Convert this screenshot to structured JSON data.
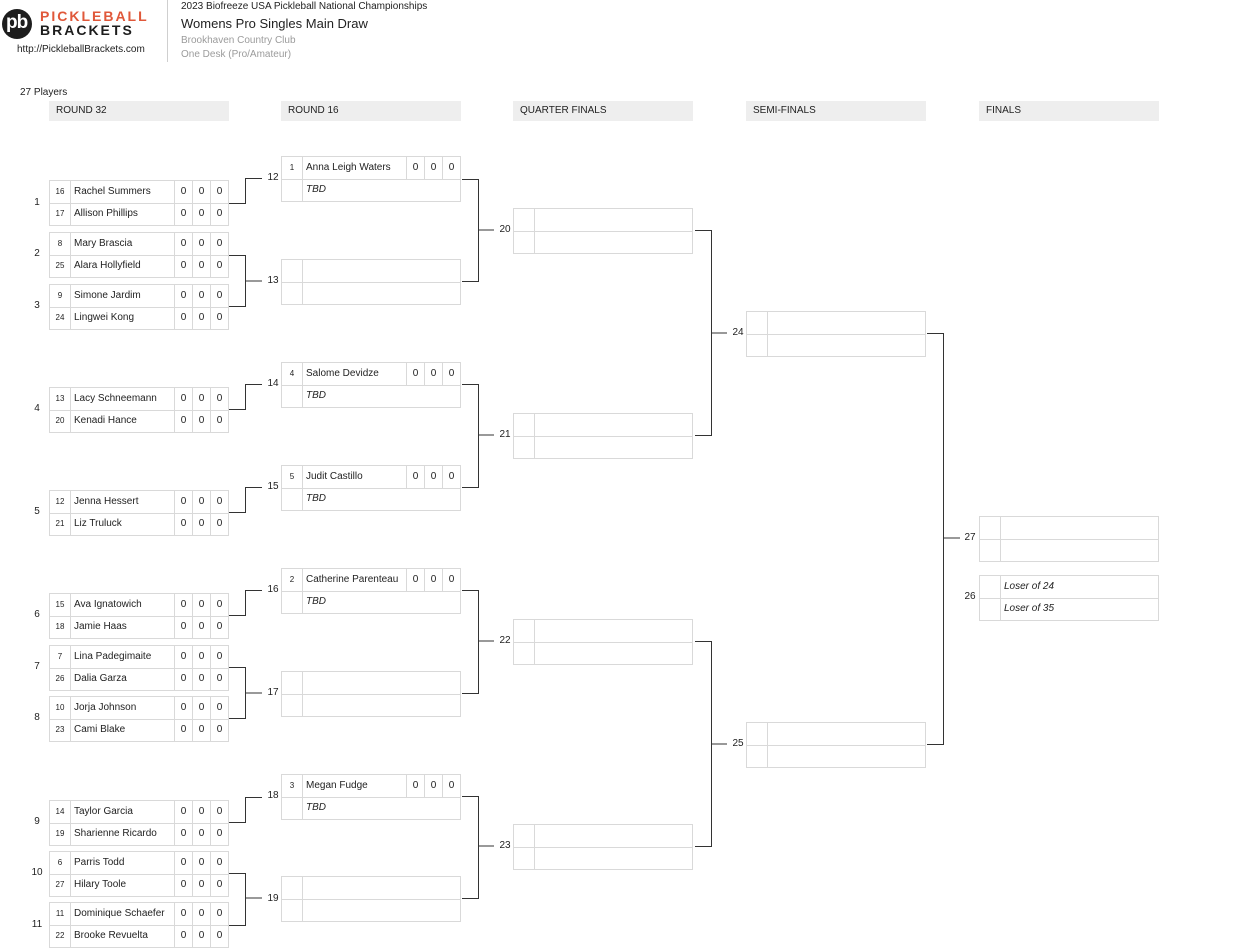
{
  "site": {
    "logo_mark": "pb",
    "logo_line1": "PICKLEBALL",
    "logo_line2": "BRACKETS",
    "url": "http://PickleballBrackets.com"
  },
  "event": {
    "tournament": "2023 Biofreeze USA Pickleball National Championships",
    "draw_title": "Womens Pro Singles Main Draw",
    "venue": "Brookhaven Country Club",
    "desk": "One Desk (Pro/Amateur)"
  },
  "player_count": "27 Players",
  "rounds": {
    "r32": "ROUND 32",
    "r16": "ROUND 16",
    "qf": "QUARTER FINALS",
    "sf": "SEMI-FINALS",
    "f": "FINALS"
  },
  "colors": {
    "logo_accent": "#e0583a",
    "header_bg": "#eeeeee",
    "border": "#d9d9d9"
  },
  "round32": [
    {
      "num": "1",
      "p1": {
        "seed": "16",
        "name": "Rachel Summers",
        "scores": [
          "0",
          "0",
          "0"
        ]
      },
      "p2": {
        "seed": "17",
        "name": "Allison Phillips",
        "scores": [
          "0",
          "0",
          "0"
        ]
      }
    },
    {
      "num": "2",
      "p1": {
        "seed": "8",
        "name": "Mary Brascia",
        "scores": [
          "0",
          "0",
          "0"
        ]
      },
      "p2": {
        "seed": "25",
        "name": "Alara Hollyfield",
        "scores": [
          "0",
          "0",
          "0"
        ]
      }
    },
    {
      "num": "3",
      "p1": {
        "seed": "9",
        "name": "Simone Jardim",
        "scores": [
          "0",
          "0",
          "0"
        ]
      },
      "p2": {
        "seed": "24",
        "name": "Lingwei Kong",
        "scores": [
          "0",
          "0",
          "0"
        ]
      }
    },
    {
      "num": "4",
      "p1": {
        "seed": "13",
        "name": "Lacy Schneemann",
        "scores": [
          "0",
          "0",
          "0"
        ]
      },
      "p2": {
        "seed": "20",
        "name": "Kenadi Hance",
        "scores": [
          "0",
          "0",
          "0"
        ]
      }
    },
    {
      "num": "5",
      "p1": {
        "seed": "12",
        "name": "Jenna Hessert",
        "scores": [
          "0",
          "0",
          "0"
        ]
      },
      "p2": {
        "seed": "21",
        "name": "Liz Truluck",
        "scores": [
          "0",
          "0",
          "0"
        ]
      }
    },
    {
      "num": "6",
      "p1": {
        "seed": "15",
        "name": "Ava Ignatowich",
        "scores": [
          "0",
          "0",
          "0"
        ]
      },
      "p2": {
        "seed": "18",
        "name": "Jamie Haas",
        "scores": [
          "0",
          "0",
          "0"
        ]
      }
    },
    {
      "num": "7",
      "p1": {
        "seed": "7",
        "name": "Lina Padegimaite",
        "scores": [
          "0",
          "0",
          "0"
        ]
      },
      "p2": {
        "seed": "26",
        "name": "Dalia Garza",
        "scores": [
          "0",
          "0",
          "0"
        ]
      }
    },
    {
      "num": "8",
      "p1": {
        "seed": "10",
        "name": "Jorja Johnson",
        "scores": [
          "0",
          "0",
          "0"
        ]
      },
      "p2": {
        "seed": "23",
        "name": "Cami Blake",
        "scores": [
          "0",
          "0",
          "0"
        ]
      }
    },
    {
      "num": "9",
      "p1": {
        "seed": "14",
        "name": "Taylor Garcia",
        "scores": [
          "0",
          "0",
          "0"
        ]
      },
      "p2": {
        "seed": "19",
        "name": "Sharienne Ricardo",
        "scores": [
          "0",
          "0",
          "0"
        ]
      }
    },
    {
      "num": "10",
      "p1": {
        "seed": "6",
        "name": "Parris Todd",
        "scores": [
          "0",
          "0",
          "0"
        ]
      },
      "p2": {
        "seed": "27",
        "name": "Hilary Toole",
        "scores": [
          "0",
          "0",
          "0"
        ]
      }
    },
    {
      "num": "11",
      "p1": {
        "seed": "11",
        "name": "Dominique Schaefer",
        "scores": [
          "0",
          "0",
          "0"
        ]
      },
      "p2": {
        "seed": "22",
        "name": "Brooke Revuelta",
        "scores": [
          "0",
          "0",
          "0"
        ]
      }
    }
  ],
  "round16": [
    {
      "num": "12",
      "p1": {
        "seed": "1",
        "name": "Anna Leigh Waters",
        "scores": [
          "0",
          "0",
          "0"
        ]
      },
      "p2": {
        "seed": "",
        "name": "TBD",
        "scores": []
      }
    },
    {
      "num": "13",
      "p1": {
        "seed": "",
        "name": "",
        "scores": []
      },
      "p2": {
        "seed": "",
        "name": "",
        "scores": []
      }
    },
    {
      "num": "14",
      "p1": {
        "seed": "4",
        "name": "Salome Devidze",
        "scores": [
          "0",
          "0",
          "0"
        ]
      },
      "p2": {
        "seed": "",
        "name": "TBD",
        "scores": []
      }
    },
    {
      "num": "15",
      "p1": {
        "seed": "5",
        "name": "Judit Castillo",
        "scores": [
          "0",
          "0",
          "0"
        ]
      },
      "p2": {
        "seed": "",
        "name": "TBD",
        "scores": []
      }
    },
    {
      "num": "16",
      "p1": {
        "seed": "2",
        "name": "Catherine Parenteau",
        "scores": [
          "0",
          "0",
          "0"
        ]
      },
      "p2": {
        "seed": "",
        "name": "TBD",
        "scores": []
      }
    },
    {
      "num": "17",
      "p1": {
        "seed": "",
        "name": "",
        "scores": []
      },
      "p2": {
        "seed": "",
        "name": "",
        "scores": []
      }
    },
    {
      "num": "18",
      "p1": {
        "seed": "3",
        "name": "Megan Fudge",
        "scores": [
          "0",
          "0",
          "0"
        ]
      },
      "p2": {
        "seed": "",
        "name": "TBD",
        "scores": []
      }
    },
    {
      "num": "19",
      "p1": {
        "seed": "",
        "name": "",
        "scores": []
      },
      "p2": {
        "seed": "",
        "name": "",
        "scores": []
      }
    }
  ],
  "quarterfinals": [
    {
      "num": "20"
    },
    {
      "num": "21"
    },
    {
      "num": "22"
    },
    {
      "num": "23"
    }
  ],
  "semifinals": [
    {
      "num": "24"
    },
    {
      "num": "25"
    }
  ],
  "finals": [
    {
      "num": "27",
      "p1": "",
      "p2": ""
    },
    {
      "num": "26",
      "p1": "Loser of 24",
      "p2": "Loser of 35"
    }
  ]
}
